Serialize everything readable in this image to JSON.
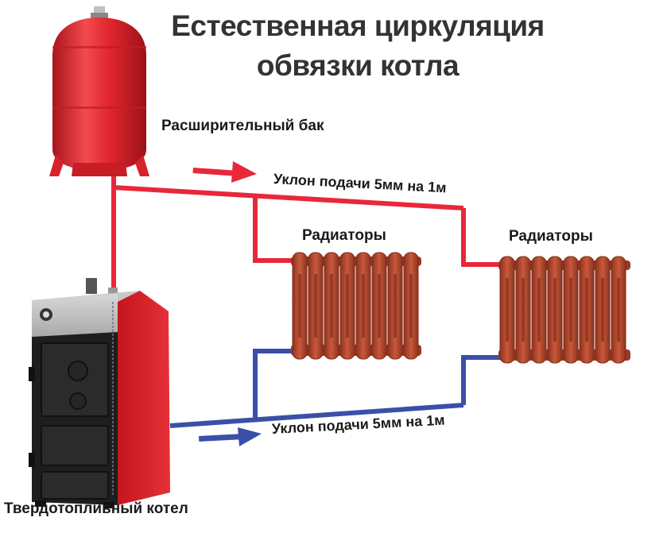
{
  "title": {
    "line1": "Естественная циркуляция",
    "line2": "обвязки котла"
  },
  "labels": {
    "expansion_tank": "Расширительный бак",
    "supply_slope": "Уклон подачи 5мм на 1м",
    "return_slope": "Уклон подачи 5мм на 1м",
    "radiators_left": "Радиаторы",
    "radiators_right": "Радиаторы",
    "boiler": "Твердотопливный котел"
  },
  "colors": {
    "supply_pipe": "#e8283a",
    "return_pipe": "#3a4fa8",
    "tank": "#e2262f",
    "radiator": "#b84a2c",
    "boiler_body": "#e0262b",
    "boiler_front": "#1e1e1e"
  }
}
